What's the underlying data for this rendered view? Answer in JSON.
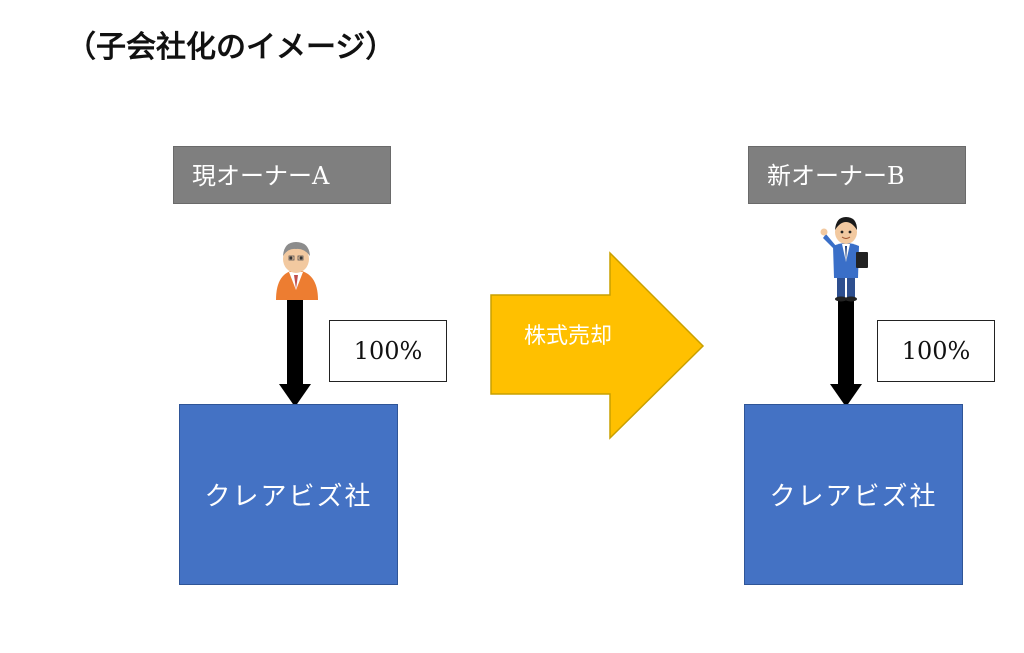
{
  "title": "（子会社化のイメージ）",
  "before": {
    "owner_label": "現オーナーA",
    "percentage": "100%",
    "company": "クレアビズ社"
  },
  "transfer": {
    "label": "株式売却",
    "arrow_color": "#ffc000"
  },
  "after": {
    "owner_label": "新オーナーB",
    "percentage": "100%",
    "company": "クレアビズ社"
  },
  "colors": {
    "owner_box": "#7f7f7f",
    "company_box": "#4472c4",
    "ownership_arrow": "#000000"
  }
}
